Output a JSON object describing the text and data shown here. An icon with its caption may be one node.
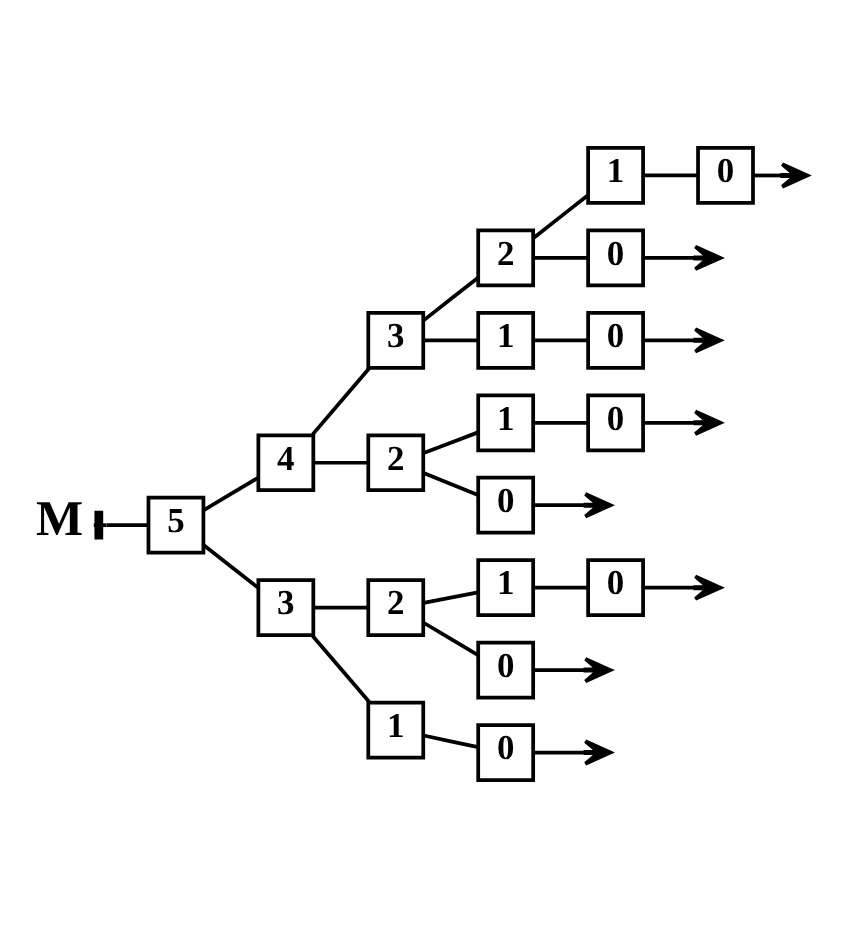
{
  "diagram": {
    "nodes": [
      {
        "text": [
          "M"
        ]
      },
      {
        "text": [
          "5"
        ]
      },
      {
        "text": [
          "4"
        ]
      },
      {
        "text": [
          "3"
        ]
      },
      {
        "text": [
          "2"
        ]
      },
      {
        "text": [
          "1"
        ]
      },
      {
        "text": [
          "0"
        ]
      },
      {
        "text": [
          "0"
        ]
      },
      {
        "text": [
          "1"
        ]
      },
      {
        "text": [
          "0"
        ]
      },
      {
        "text": [
          "2"
        ]
      },
      {
        "text": [
          "1"
        ]
      },
      {
        "text": [
          "0"
        ]
      },
      {
        "text": [
          "0"
        ]
      },
      {
        "text": [
          "3"
        ]
      },
      {
        "text": [
          "2"
        ]
      },
      {
        "text": [
          "1"
        ]
      },
      {
        "text": [
          "0"
        ]
      },
      {
        "text": [
          "0"
        ]
      },
      {
        "text": [
          "1"
        ]
      },
      {
        "text": [
          "0"
        ]
      }
    ],
    "edges": [
      {
        "from": 0,
        "to": 1,
        "arrow": "other"
      },
      {
        "from": 1,
        "to": 2,
        "arrow": "none"
      },
      {
        "from": 2,
        "to": 3,
        "arrow": "none"
      },
      {
        "from": 3,
        "to": 4,
        "arrow": "none"
      },
      {
        "from": 4,
        "to": 5,
        "arrow": "none"
      },
      {
        "from": 5,
        "to": 6,
        "arrow": "none"
      },
      {
        "from": 6,
        "to": null,
        "arrow": "to"
      },
      {
        "from": 4,
        "to": 7,
        "arrow": "none"
      },
      {
        "from": 7,
        "to": null,
        "arrow": "to"
      },
      {
        "from": 3,
        "to": 8,
        "arrow": "none"
      },
      {
        "from": 8,
        "to": 9,
        "arrow": "none"
      },
      {
        "from": 9,
        "to": null,
        "arrow": "to"
      },
      {
        "from": 2,
        "to": 10,
        "arrow": "none"
      },
      {
        "from": 10,
        "to": 11,
        "arrow": "none"
      },
      {
        "from": 11,
        "to": 12,
        "arrow": "none"
      },
      {
        "from": 12,
        "to": null,
        "arrow": "to"
      },
      {
        "from": 10,
        "to": 13,
        "arrow": "none"
      },
      {
        "from": 13,
        "to": null,
        "arrow": "to"
      },
      {
        "from": 1,
        "to": 14,
        "arrow": "none"
      },
      {
        "from": 14,
        "to": 15,
        "arrow": "none"
      },
      {
        "from": 15,
        "to": 16,
        "arrow": "none"
      },
      {
        "from": 16,
        "to": 17,
        "arrow": "none"
      },
      {
        "from": 17,
        "to": null,
        "arrow": "to"
      },
      {
        "from": 15,
        "to": 18,
        "arrow": "none"
      },
      {
        "from": 18,
        "to": null,
        "arrow": "to"
      },
      {
        "from": 14,
        "to": 19,
        "arrow": "none"
      },
      {
        "from": 19,
        "to": 20,
        "arrow": "none"
      },
      {
        "from": 20,
        "to": null,
        "arrow": "to"
      }
    ]
  }
}
